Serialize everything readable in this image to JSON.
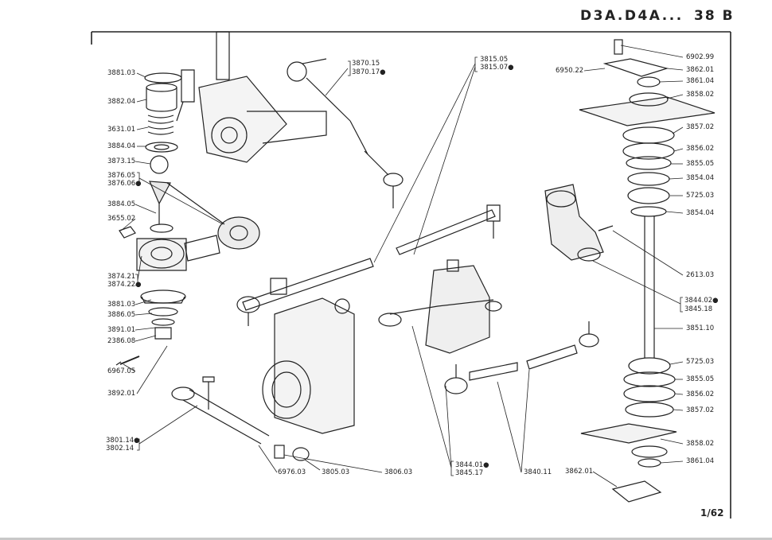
{
  "header": {
    "model": "D3A.D4A...",
    "page_code": "38 B"
  },
  "page_number": "1/62",
  "labels": {
    "l3881_03a": "3881.03",
    "l3882_04": "3882.04",
    "l3631_01": "3631.01",
    "l3884_04": "3884.04",
    "l3873_15": "3873.15",
    "l3876_05": "3876.05",
    "l3876_06": "3876.06●",
    "l3884_05": "3884.05",
    "l3655_02": "3655.02",
    "l3874_21": "3874.21",
    "l3874_22": "3874.22●",
    "l3881_03b": "3881.03",
    "l3886_05": "3886.05",
    "l3891_01": "3891.01",
    "l2386_08": "2386.08",
    "l6967_05": "6967.05",
    "l3892_01": "3892.01",
    "l3801_14": "3801.14●",
    "l3802_14": "3802.14",
    "l3870_15": "3870.15",
    "l3870_17": "3870.17●",
    "l3815_05": "3815.05",
    "l3815_07": "3815.07●",
    "l6950_22": "6950.22",
    "l6902_99": "6902.99",
    "l3862_01a": "3862.01",
    "l3861_04a": "3861.04",
    "l3858_02a": "3858.02",
    "l3857_02a": "3857.02",
    "l3856_02a": "3856.02",
    "l3855_05a": "3855.05",
    "l3854_04a": "3854.04",
    "l5725_03a": "5725.03",
    "l3854_04b": "3854.04",
    "l2613_03": "2613.03",
    "l3844_02": "3844.02●",
    "l3845_18": "3845.18",
    "l3851_10": "3851.10",
    "l5725_03b": "5725.03",
    "l3855_05b": "3855.05",
    "l3856_02b": "3856.02",
    "l3857_02b": "3857.02",
    "l3858_02b": "3858.02",
    "l3861_04b": "3861.04",
    "l3862_01b": "3862.01",
    "l6976_03": "6976.03",
    "l3805_03": "3805.03",
    "l3806_03": "3806.03",
    "l3844_01": "3844.01●",
    "l3845_17": "3845.17",
    "l3840_11": "3840.11"
  }
}
